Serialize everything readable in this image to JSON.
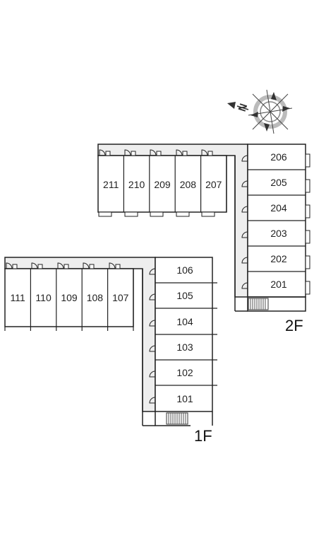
{
  "floors": [
    {
      "label": "2F",
      "wing_rooms": [
        "211",
        "210",
        "209",
        "208",
        "207"
      ],
      "column_rooms": [
        "206",
        "205",
        "204",
        "203",
        "202",
        "201"
      ]
    },
    {
      "label": "1F",
      "wing_rooms": [
        "111",
        "110",
        "109",
        "108",
        "107"
      ],
      "column_rooms": [
        "106",
        "105",
        "104",
        "103",
        "102",
        "101"
      ]
    }
  ],
  "compass": {
    "north_label": "N",
    "icon": "compass-rose-icon"
  },
  "colors": {
    "corridor": "#eeeeee",
    "wall": "#222222",
    "stair": "#555555"
  }
}
